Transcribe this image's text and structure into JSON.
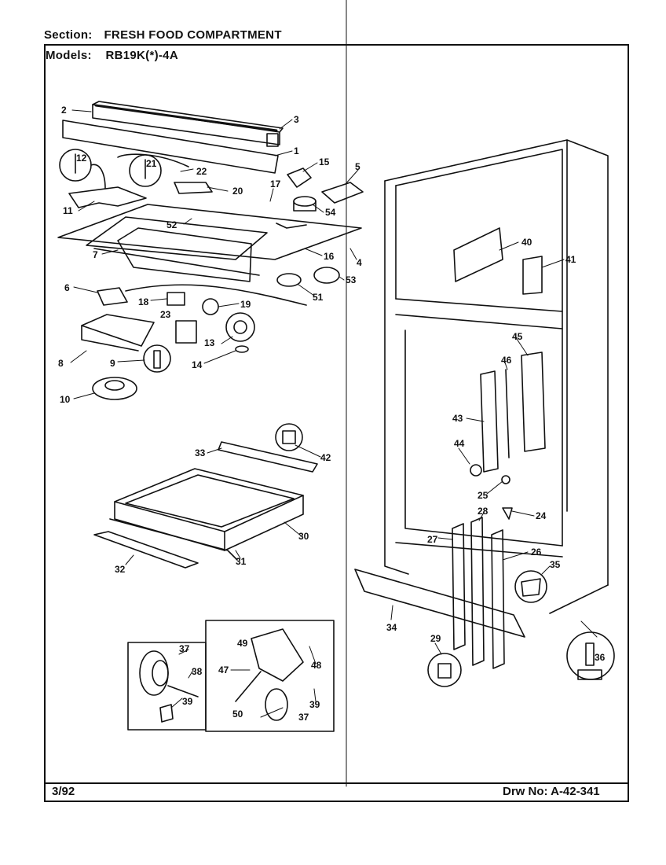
{
  "header": {
    "section_label": "Section:",
    "section_value": "FRESH FOOD COMPARTMENT",
    "models_label": "Models:",
    "models_value": "RB19K(*)-4A"
  },
  "footer": {
    "date": "3/92",
    "drawing_number": "Drw No: A-42-341"
  },
  "callouts": [
    "1",
    "2",
    "3",
    "4",
    "5",
    "6",
    "7",
    "8",
    "9",
    "10",
    "11",
    "12",
    "13",
    "14",
    "15",
    "16",
    "17",
    "18",
    "19",
    "20",
    "21",
    "22",
    "23",
    "24",
    "25",
    "26",
    "27",
    "28",
    "29",
    "30",
    "31",
    "32",
    "33",
    "34",
    "35",
    "36",
    "37",
    "38",
    "39",
    "40",
    "41",
    "42",
    "43",
    "44",
    "45",
    "46",
    "47",
    "48",
    "49",
    "50",
    "51",
    "52",
    "53",
    "54"
  ],
  "colors": {
    "ink": "#111111",
    "paper": "#ffffff"
  }
}
